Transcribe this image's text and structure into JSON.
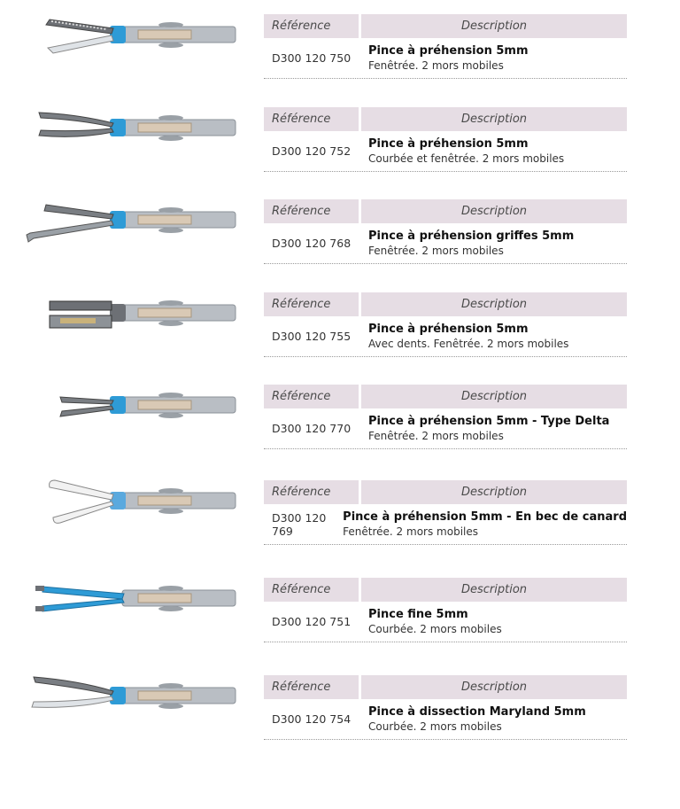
{
  "header": {
    "ref_label": "Référence",
    "desc_label": "Description"
  },
  "colors": {
    "header_bg": "#e6dde4",
    "accent_blue": "#2e9bd6",
    "shaft_silver": "#b9bec4"
  },
  "products": [
    {
      "reference": "D300 120 750",
      "title": "Pince à préhension 5mm",
      "subtitle": "Fenêtrée. 2 mors mobiles",
      "jaw": "grasper-fenestrated"
    },
    {
      "reference": "D300 120 752",
      "title": "Pince à préhension 5mm",
      "subtitle": "Courbée et fenêtrée. 2 mors mobiles",
      "jaw": "grasper-curved"
    },
    {
      "reference": "D300 120 768",
      "title": "Pince à préhension griffes 5mm",
      "subtitle": "Fenêtrée. 2 mors mobiles",
      "jaw": "claw-grasper"
    },
    {
      "reference": "D300 120 755",
      "title": "Pince à préhension 5mm",
      "subtitle": "Avec dents. Fenêtrée. 2 mors mobiles",
      "jaw": "toothed-grasper"
    },
    {
      "reference": "D300 120 770",
      "title": "Pince à préhension 5mm - Type Delta",
      "subtitle": "Fenêtrée. 2 mors mobiles",
      "jaw": "delta-grasper"
    },
    {
      "reference": "D300 120 769",
      "title": "Pince à préhension 5mm - En bec de canard",
      "subtitle": "Fenêtrée. 2 mors mobiles",
      "jaw": "duckbill-grasper"
    },
    {
      "reference": "D300 120 751",
      "title": "Pince fine 5mm",
      "subtitle": "Courbée. 2 mors mobiles",
      "jaw": "fine-forceps"
    },
    {
      "reference": "D300 120 754",
      "title": "Pince à dissection Maryland 5mm",
      "subtitle": "Courbée. 2 mors mobiles",
      "jaw": "maryland-dissector"
    }
  ]
}
